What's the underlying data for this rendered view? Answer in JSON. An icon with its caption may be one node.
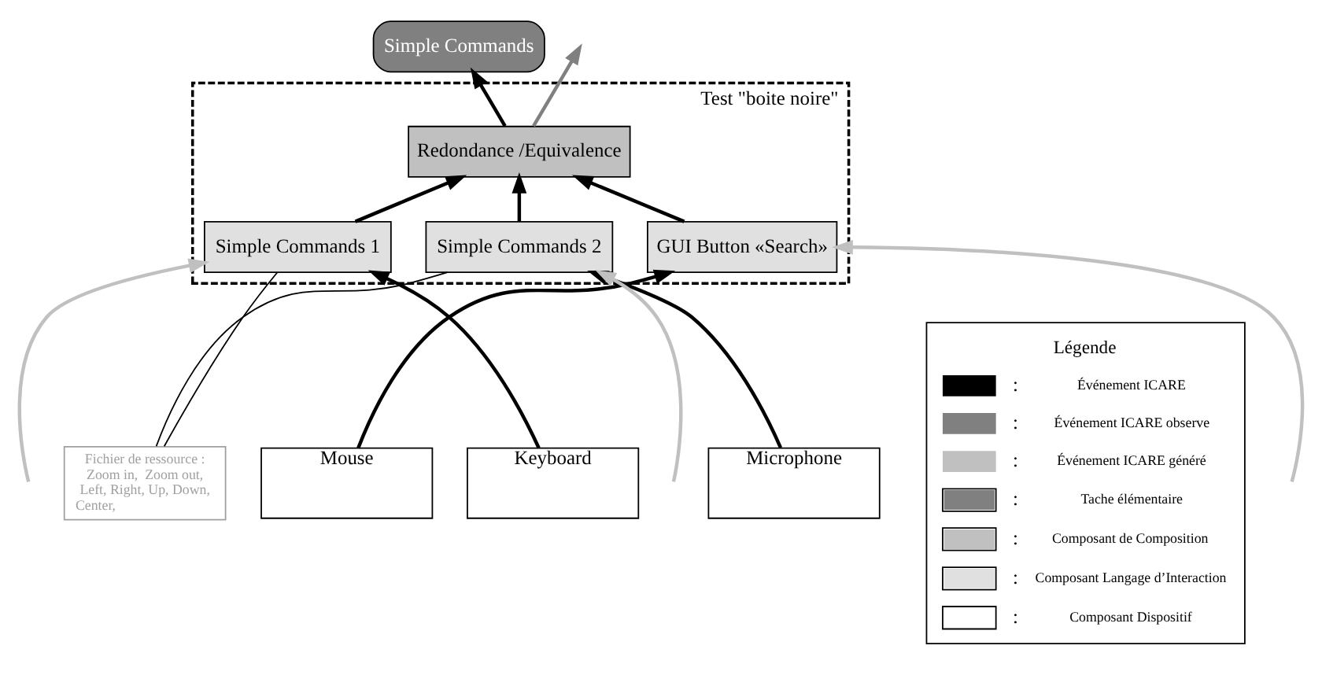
{
  "diagram": {
    "nodes": [
      {
        "text": [
          "Simple Commands"
        ]
      },
      {
        "text": [
          "Test \"boite noire\""
        ]
      },
      {
        "text": [
          "Redondance /Equivalence"
        ],
        "in": 1
      },
      {
        "text": [
          "GUI Button «Search»"
        ],
        "in": 1
      },
      {
        "text": [
          "Simple Commands 1"
        ],
        "in": 1
      },
      {
        "text": [
          "Simple Commands 2"
        ],
        "in": 1
      },
      {
        "text": [
          "Fichier de ressource : Zoom in,  Zoom out, Left, Right, Up, Down, Center,"
        ]
      },
      {
        "text": [
          "Mouse"
        ]
      },
      {
        "text": [
          "Keyboard"
        ]
      },
      {
        "text": [
          "Microphone"
        ]
      }
    ],
    "edges": [
      {
        "from": 2,
        "to": 0,
        "arrow": "to"
      },
      {
        "from": 2,
        "to": null,
        "arrow": "to",
        "color": "#808080"
      },
      {
        "from": 3,
        "to": 2,
        "arrow": "to"
      },
      {
        "from": 4,
        "to": 2,
        "arrow": "to"
      },
      {
        "from": 5,
        "to": 2,
        "arrow": "to"
      },
      {
        "from": null,
        "to": 3,
        "arrow": "to",
        "color": "#c0c0c0"
      },
      {
        "from": null,
        "to": 4,
        "arrow": "to",
        "color": "#c0c0c0"
      },
      {
        "from": null,
        "to": 5,
        "arrow": "to",
        "color": "#c0c0c0"
      },
      {
        "from": 6,
        "to": 4,
        "arrow": "none"
      },
      {
        "from": 6,
        "to": 5,
        "arrow": "none"
      },
      {
        "from": 7,
        "to": 3,
        "arrow": "to"
      },
      {
        "from": 8,
        "to": 4,
        "arrow": "to"
      },
      {
        "from": 9,
        "to": 5,
        "arrow": "to"
      }
    ],
    "labels": [
      "Légende",
      ":",
      ":",
      ":",
      ":",
      ":",
      ":",
      ":"
    ],
    "legend": [
      {
        "text": "Événement ICARE"
      },
      {
        "text": "Événement ICARE observe"
      },
      {
        "text": "Événement ICARE généré"
      },
      {
        "text": "Tache élémentaire",
        "color": "#808080"
      },
      {
        "text": "Composant de Composition",
        "color": "#c0c0c0"
      },
      {
        "text": "Composant Langage d’Interaction",
        "color": "#e0e0e0"
      },
      {
        "text": "Composant Dispositif",
        "color": "#ffffff"
      }
    ]
  }
}
